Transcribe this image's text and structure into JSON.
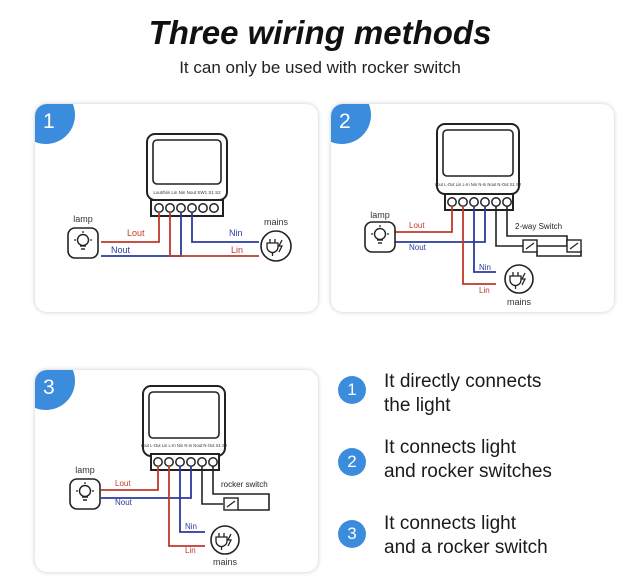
{
  "title": "Three wiring methods",
  "subtitle": "It can only be used with rocker switch",
  "panels": [
    {
      "number": "1",
      "terminals": "Lout/Nin Lin Nin Nout SW1 S1 S2",
      "lamp": "lamp",
      "mains": "mains",
      "lout": "Lout",
      "nout": "Nout",
      "nin": "Nin",
      "lin": "Lin"
    },
    {
      "number": "2",
      "terminals": "Lout L-Out Lin L-In Nin N-In Nout N-Out S1 S2",
      "lamp": "lamp",
      "mains": "mains",
      "lout": "Lout",
      "nout": "Nout",
      "nin": "Nin",
      "lin": "Lin",
      "switch": "2-way Switch"
    },
    {
      "number": "3",
      "terminals": "Lout L-Out Lin L-In Nin N-In Nout N-Out S1 S2",
      "lamp": "lamp",
      "mains": "mains",
      "lout": "Lout",
      "nout": "Nout",
      "nin": "Nin",
      "lin": "Lin",
      "switch": "rocker switch"
    }
  ],
  "descriptions": [
    {
      "number": "1",
      "line1": "It directly connects",
      "line2": "the light"
    },
    {
      "number": "2",
      "line1": "It connects light",
      "line2": "and rocker switches"
    },
    {
      "number": "3",
      "line1": "It connects light",
      "line2": "and a rocker switch"
    }
  ],
  "colors": {
    "accent": "#3b8cdc",
    "live": "#c0392b",
    "neutral": "#2b3a9e"
  },
  "icons": [
    "lamp-icon",
    "plug-icon",
    "switch-icon"
  ]
}
